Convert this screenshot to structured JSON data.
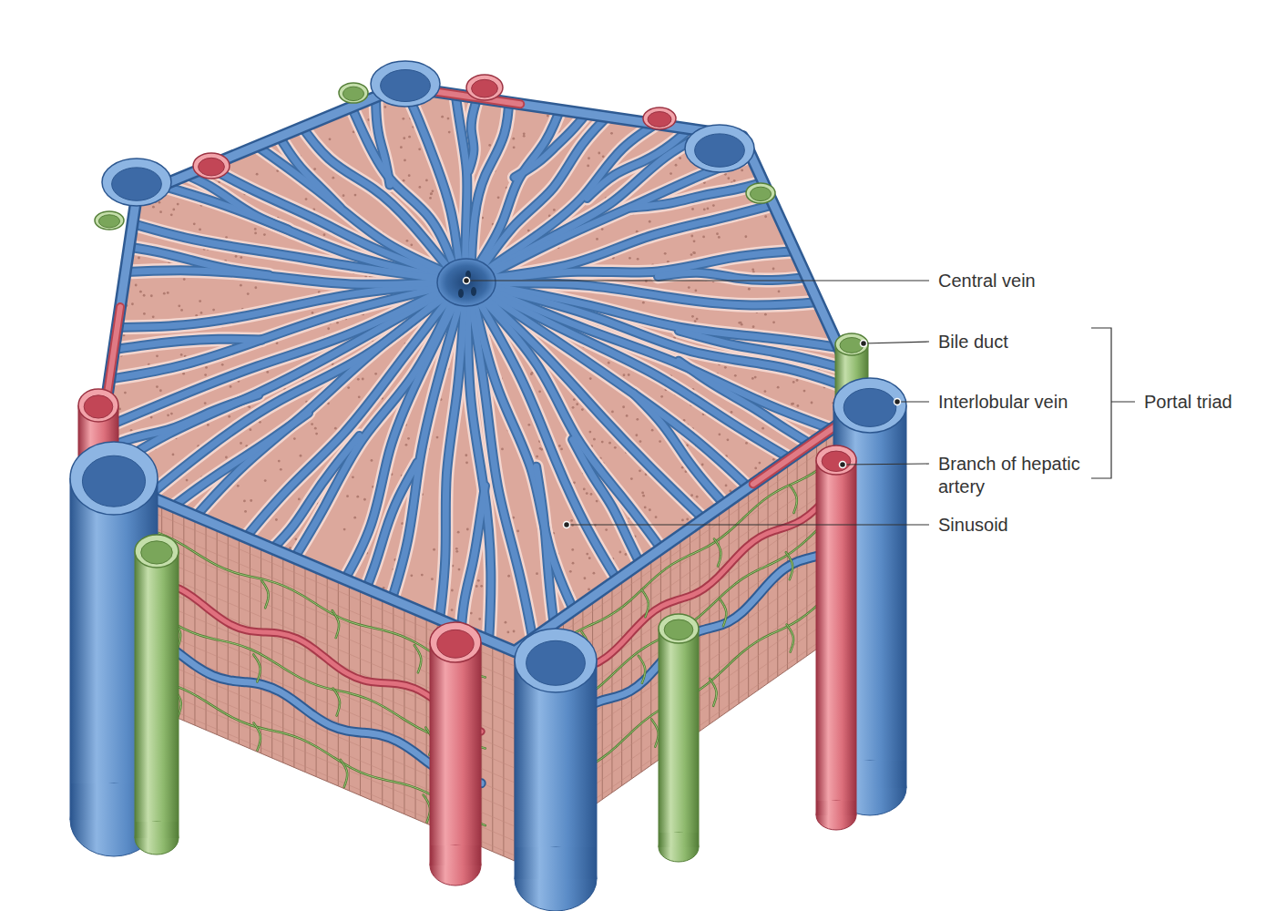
{
  "diagram": {
    "labels": [
      "Central vein",
      "Bile duct",
      "Interlobular vein",
      "Branch of hepatic artery",
      "Portal triad",
      "Sinusoid"
    ]
  }
}
